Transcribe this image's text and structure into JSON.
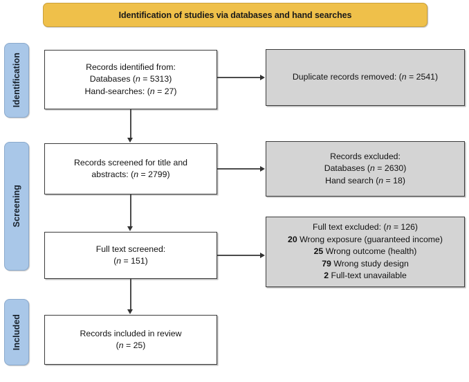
{
  "banner": {
    "title": "Identification of studies via databases and hand searches",
    "color": "#efc04a"
  },
  "stages": {
    "color": "#a9c7e8",
    "items": [
      {
        "id": "identification",
        "label": "Identification"
      },
      {
        "id": "screening",
        "label": "Screening"
      },
      {
        "id": "included",
        "label": "Included"
      }
    ]
  },
  "boxes": {
    "identified": {
      "lines": [
        {
          "text": "Records identified from:"
        },
        {
          "prefix": "Databases (",
          "ital": "n",
          "suffix": " = 5313)"
        },
        {
          "prefix": "Hand-searches: (",
          "ital": "n",
          "suffix": " = 27)"
        }
      ]
    },
    "duplicates": {
      "lines": [
        {
          "prefix": "Duplicate records removed: (",
          "ital": "n",
          "suffix": " = 2541)"
        }
      ]
    },
    "screened": {
      "lines": [
        {
          "text": "Records screened for title and"
        },
        {
          "prefix": "abstracts: (",
          "ital": "n",
          "suffix": " = 2799)"
        }
      ]
    },
    "excluded": {
      "lines": [
        {
          "text": "Records excluded:"
        },
        {
          "prefix": "Databases (",
          "ital": "n",
          "suffix": " = 2630)"
        },
        {
          "prefix": "Hand search (",
          "ital": "n",
          "suffix": " = 18)"
        }
      ]
    },
    "fulltext": {
      "lines": [
        {
          "text": "Full text screened:"
        },
        {
          "prefix": "(",
          "ital": "n",
          "suffix": " = 151)"
        }
      ]
    },
    "fulltext_excluded": {
      "lines": [
        {
          "prefix": "Full text excluded: (",
          "ital": "n",
          "suffix": " = 126)"
        },
        {
          "bold": "20",
          "text": " Wrong exposure (guaranteed income)"
        },
        {
          "bold": "25",
          "text": " Wrong outcome (health)"
        },
        {
          "bold": "79",
          "text": " Wrong study design"
        },
        {
          "bold": "2",
          "text": " Full-text unavailable"
        }
      ]
    },
    "included": {
      "lines": [
        {
          "text": "Records included in review"
        },
        {
          "prefix": "(",
          "ital": "n",
          "suffix": " = 25)"
        }
      ]
    }
  },
  "connectors": [
    {
      "id": "identified-to-screened",
      "direction": "down"
    },
    {
      "id": "screened-to-fulltext",
      "direction": "down"
    },
    {
      "id": "fulltext-to-included",
      "direction": "down"
    },
    {
      "id": "identified-to-duplicates",
      "direction": "right"
    },
    {
      "id": "screened-to-excluded",
      "direction": "right"
    },
    {
      "id": "fulltext-to-fulltext-excluded",
      "direction": "right"
    }
  ]
}
